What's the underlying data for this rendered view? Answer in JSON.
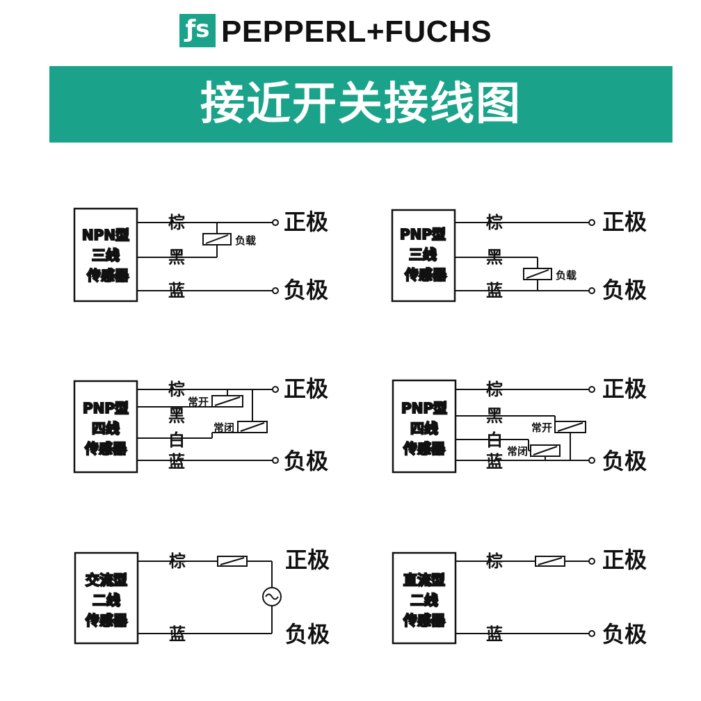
{
  "brand": {
    "name": "PEPPERL+FUCHS",
    "accent": "#1aa38a"
  },
  "title": "接近开关接线图",
  "wires": {
    "brown": "棕",
    "black": "黑",
    "white": "白",
    "blue": "蓝"
  },
  "terminals": {
    "positive": "正极",
    "negative": "负极"
  },
  "components": {
    "load": "负载",
    "normally_open": "常开",
    "normally_closed": "常闭",
    "ac_source_icon": "ac-source-icon"
  },
  "diagrams": [
    {
      "id": "npn-3wire",
      "label": [
        "NPN型",
        "三线",
        "传感器"
      ]
    },
    {
      "id": "pnp-3wire",
      "label": [
        "PNP型",
        "三线",
        "传感器"
      ]
    },
    {
      "id": "pnp-4wire-a",
      "label": [
        "PNP型",
        "四线",
        "传感器"
      ]
    },
    {
      "id": "pnp-4wire-b",
      "label": [
        "PNP型",
        "四线",
        "传感器"
      ]
    },
    {
      "id": "ac-2wire",
      "label": [
        "交流型",
        "二线",
        "传感器"
      ]
    },
    {
      "id": "dc-2wire",
      "label": [
        "直流型",
        "二线",
        "传感器"
      ]
    }
  ]
}
